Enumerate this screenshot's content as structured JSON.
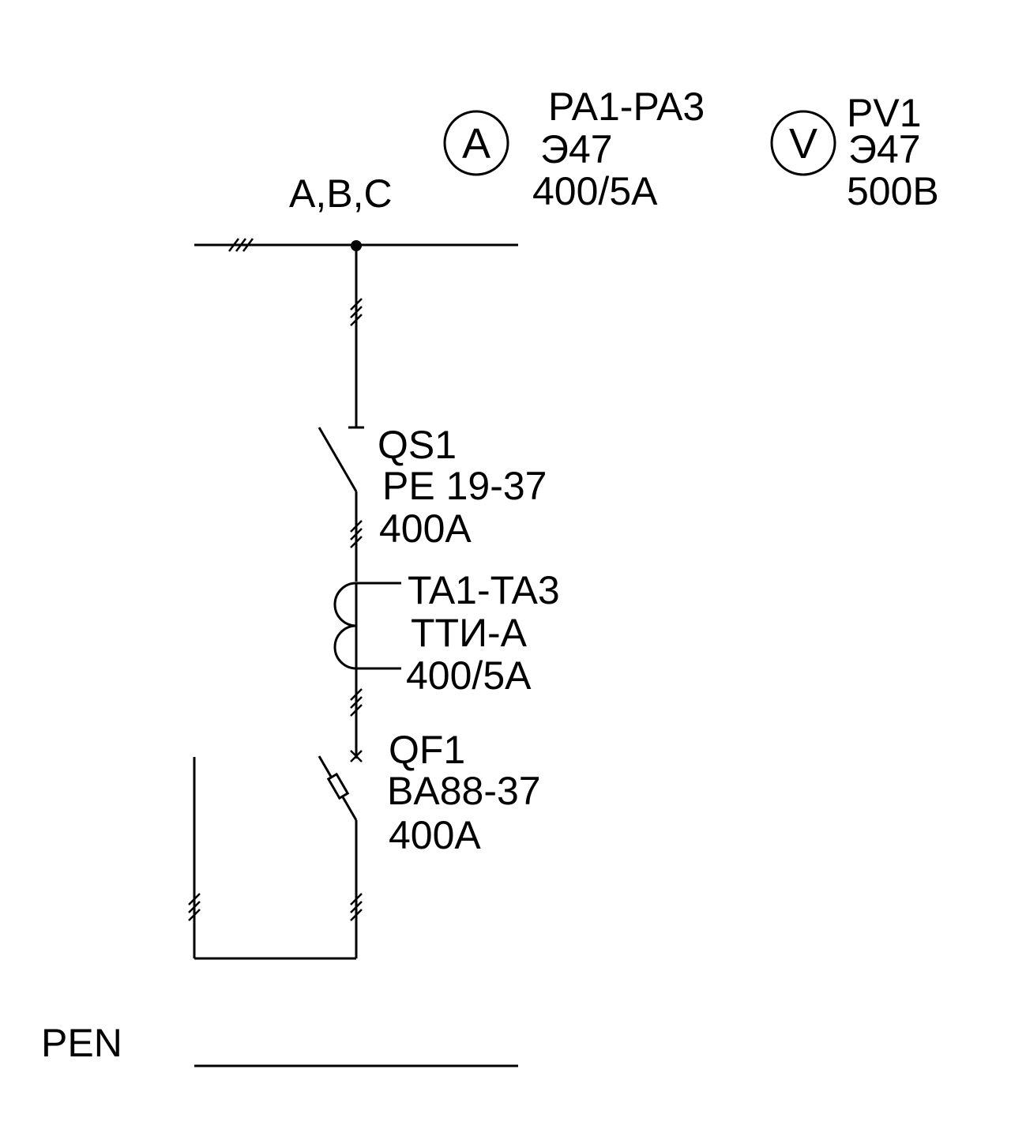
{
  "bus_label": "A,B,C",
  "pen_label": "PEN",
  "ammeter": {
    "symbol": "A",
    "lines": [
      "PA1-PA3",
      "Э47",
      "400/5A"
    ]
  },
  "voltmeter": {
    "symbol": "V",
    "lines": [
      "PV1",
      "Э47",
      "500B"
    ]
  },
  "switch_qs1": {
    "lines": [
      "QS1",
      "PE 19-37",
      "400A"
    ]
  },
  "current_transformer": {
    "lines": [
      "TA1-TA3",
      "ТТИ-А",
      "400/5A"
    ]
  },
  "breaker_qf1": {
    "lines": [
      "QF1",
      "BA88-37",
      "400A"
    ]
  }
}
